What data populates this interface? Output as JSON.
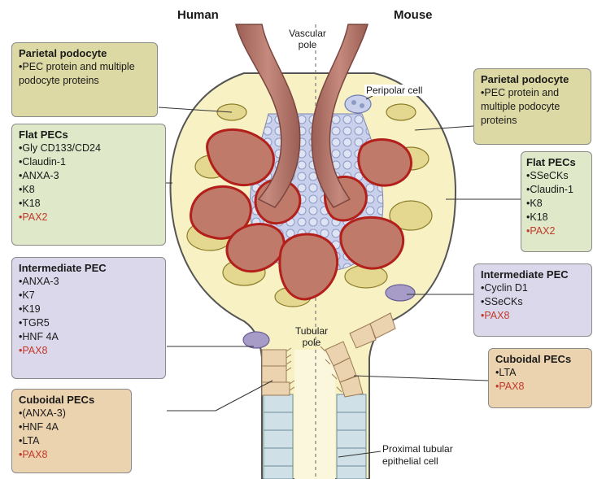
{
  "species": {
    "left": "Human",
    "right": "Mouse"
  },
  "labels": {
    "vascular_pole": [
      "Vascular",
      "pole"
    ],
    "tubular_pole": [
      "Tubular",
      "pole"
    ],
    "peripolar_cell": "Peripolar cell",
    "proximal_tubular": [
      "Proximal tubular",
      "epithelial cell"
    ]
  },
  "left_boxes": [
    {
      "title": "Parietal podocyte",
      "items": [
        {
          "text": "PEC protein and multiple podocyte proteins",
          "red": false
        }
      ]
    },
    {
      "title": "Flat PECs",
      "items": [
        {
          "text": "Gly CD133/CD24",
          "red": false
        },
        {
          "text": "Claudin-1",
          "red": false
        },
        {
          "text": "ANXA-3",
          "red": false
        },
        {
          "text": "K8",
          "red": false
        },
        {
          "text": "K18",
          "red": false
        },
        {
          "text": "PAX2",
          "red": true
        }
      ]
    },
    {
      "title": "Intermediate PEC",
      "items": [
        {
          "text": "ANXA-3",
          "red": false
        },
        {
          "text": "K7",
          "red": false
        },
        {
          "text": "K19",
          "red": false
        },
        {
          "text": "TGR5",
          "red": false
        },
        {
          "text": "HNF 4A",
          "red": false
        },
        {
          "text": "PAX8",
          "red": true
        }
      ]
    },
    {
      "title": "Cuboidal PECs",
      "items": [
        {
          "text": "(ANXA-3)",
          "red": false
        },
        {
          "text": "HNF 4A",
          "red": false
        },
        {
          "text": "LTA",
          "red": false
        },
        {
          "text": "PAX8",
          "red": true
        }
      ]
    }
  ],
  "right_boxes": [
    {
      "title": "Parietal podocyte",
      "items": [
        {
          "text": "PEC protein and multiple podocyte proteins",
          "red": false
        }
      ]
    },
    {
      "title": "Flat PECs",
      "items": [
        {
          "text": "SSeCKs",
          "red": false
        },
        {
          "text": "Claudin-1",
          "red": false
        },
        {
          "text": "K8",
          "red": false
        },
        {
          "text": "K18",
          "red": false
        },
        {
          "text": "PAX2",
          "red": true
        }
      ]
    },
    {
      "title": "Intermediate PEC",
      "items": [
        {
          "text": "Cyclin D1",
          "red": false
        },
        {
          "text": "SSeCKs",
          "red": false
        },
        {
          "text": "PAX8",
          "red": true
        }
      ]
    },
    {
      "title": "Cuboidal PECs",
      "items": [
        {
          "text": "LTA",
          "red": false
        },
        {
          "text": "PAX8",
          "red": true
        }
      ]
    }
  ],
  "colors": {
    "capsule": "#f7f1c4",
    "loop_fill": "#c07a6a",
    "loop_border": "#b3201c",
    "mesangium": "#c8d0ec",
    "podocyte": "#e4d890",
    "vessel": "#b5776c",
    "tubule": "#cfe0e6"
  }
}
